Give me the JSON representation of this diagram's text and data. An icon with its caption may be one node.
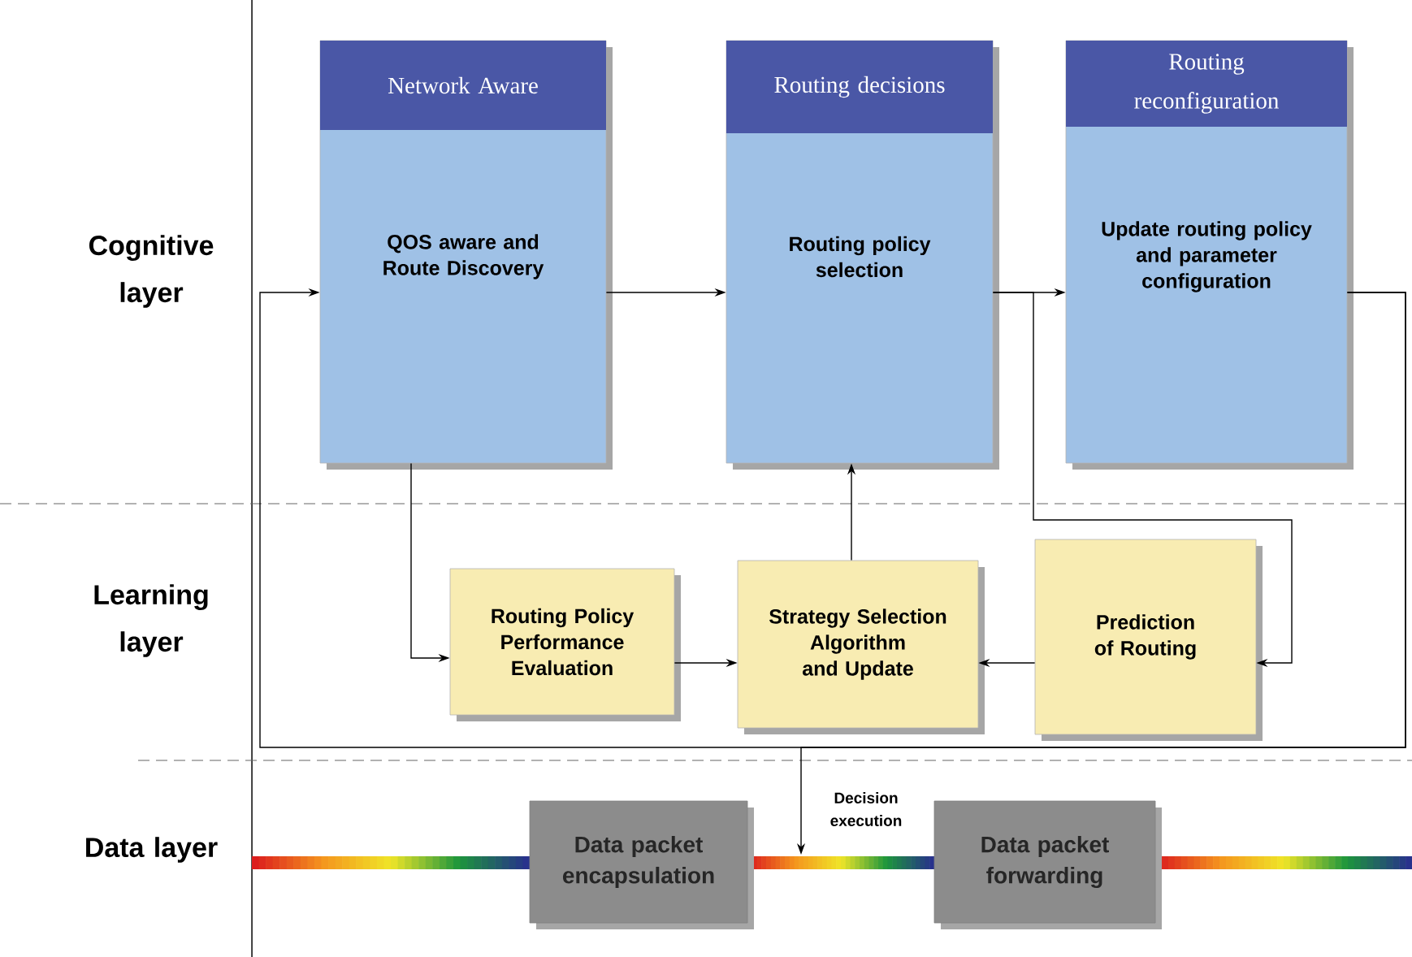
{
  "diagram": {
    "nodes": [
      {
        "text": [
          "Network Aware",
          "QOS aware and Route Discovery"
        ]
      },
      {
        "text": [
          "Routing decisions",
          "Routing policy selection"
        ]
      },
      {
        "text": [
          "Routing reconfiguration",
          "Update routing policy and parameter configuration"
        ]
      },
      {
        "text": [
          "Routing Policy Performance Evaluation"
        ]
      },
      {
        "text": [
          "Strategy Selection Algorithm and Update"
        ]
      },
      {
        "text": [
          "Prediction of Routing"
        ]
      },
      {
        "text": [
          "Data packet encapsulation"
        ]
      },
      {
        "text": [
          "Data packet forwarding"
        ]
      }
    ],
    "edges": [
      {
        "from": 0,
        "to": 1,
        "arrow": "to"
      },
      {
        "from": 1,
        "to": 2,
        "arrow": "to"
      },
      {
        "from": 1,
        "to": 5,
        "arrow": "to"
      },
      {
        "from": 2,
        "to": 0,
        "arrow": "to"
      },
      {
        "from": 2,
        "to": null,
        "arrow": "to",
        "label": "Decision execution"
      },
      {
        "from": 0,
        "to": 3,
        "arrow": "to"
      },
      {
        "from": 3,
        "to": 4,
        "arrow": "to"
      },
      {
        "from": 5,
        "to": 4,
        "arrow": "to"
      },
      {
        "from": 4,
        "to": 1,
        "arrow": "to"
      }
    ],
    "labels": [
      "Cognitive layer",
      "Learning layer",
      "Data layer"
    ]
  }
}
